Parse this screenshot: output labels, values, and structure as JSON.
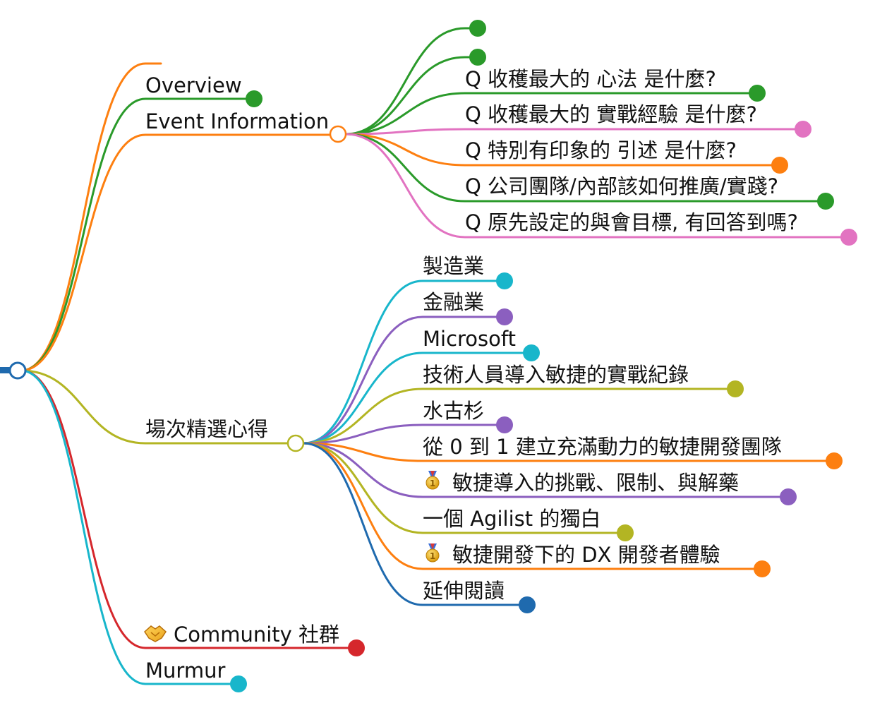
{
  "colors": {
    "orange": "#FD7F10",
    "green": "#2A9A2A",
    "pink": "#E273C1",
    "cyan": "#18B6CB",
    "purple": "#8B5FBF",
    "olive": "#B3B523",
    "blue": "#1F6AAE",
    "red": "#D5272C",
    "medal": "#E8A317"
  },
  "root": {
    "name": ""
  },
  "branches": [
    {
      "id": "blank-top",
      "label": ""
    },
    {
      "id": "overview",
      "label": "Overview"
    },
    {
      "id": "event-information",
      "label": "Event Information",
      "children": [
        {
          "label": ""
        },
        {
          "label": ""
        },
        {
          "label": "Q 收穫最大的 心法 是什麼?"
        },
        {
          "label": "Q 收穫最大的 實戰經驗 是什麼?"
        },
        {
          "label": "Q 特別有印象的 引述 是什麼?"
        },
        {
          "label": "Q 公司團隊/內部該如何推廣/實踐?"
        },
        {
          "label": "Q 原先設定的與會目標, 有回答到嗎?"
        }
      ]
    },
    {
      "id": "session-highlights",
      "label": "場次精選心得",
      "children": [
        {
          "label": "製造業"
        },
        {
          "label": "金融業"
        },
        {
          "label": "Microsoft"
        },
        {
          "label": "技術人員導入敏捷的實戰紀錄"
        },
        {
          "label": "水古杉"
        },
        {
          "label": "從 0 到 1 建立充滿動力的敏捷開發團隊"
        },
        {
          "label": "敏捷導入的挑戰、限制、與解藥",
          "icon": "gold-medal-icon"
        },
        {
          "label": "一個 Agilist 的獨白"
        },
        {
          "label": "敏捷開發下的 DX 開發者體驗",
          "icon": "gold-medal-icon"
        },
        {
          "label": "延伸閱讀"
        }
      ]
    },
    {
      "id": "community",
      "label": "Community 社群",
      "icon": "handshake-icon"
    },
    {
      "id": "murmur",
      "label": "Murmur"
    }
  ]
}
